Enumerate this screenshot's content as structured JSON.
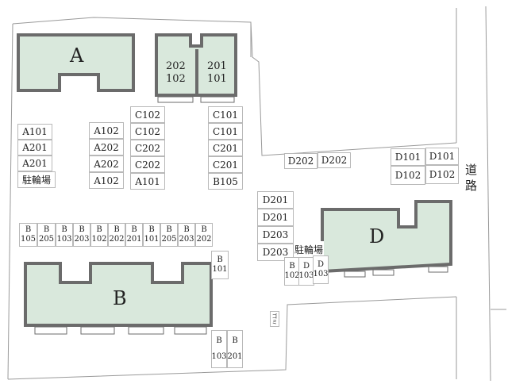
{
  "buildings": {
    "a": {
      "label": "A"
    },
    "b": {
      "label": "B"
    },
    "d": {
      "label": "D"
    },
    "c_units": {
      "left": [
        "202",
        "102"
      ],
      "right": [
        "201",
        "101"
      ]
    }
  },
  "road": {
    "label": [
      "道",
      "路"
    ]
  },
  "bicycle_parking_label": "駐輪場",
  "parking": {
    "a_col1": [
      "A101",
      "A201",
      "A201"
    ],
    "a_col2": [
      "A102",
      "A202",
      "A202",
      "A102"
    ],
    "c_col1": [
      "C102",
      "C102",
      "C202",
      "C202",
      "A101"
    ],
    "c_col2": [
      "C101",
      "C101",
      "C201",
      "C201",
      "B105"
    ],
    "b_row": [
      [
        "B",
        "105"
      ],
      [
        "B",
        "205"
      ],
      [
        "B",
        "103"
      ],
      [
        "B",
        "203"
      ],
      [
        "B",
        "102"
      ],
      [
        "B",
        "202"
      ],
      [
        "B",
        "201"
      ],
      [
        "B",
        "101"
      ],
      [
        "B",
        "205"
      ],
      [
        "B",
        "203"
      ],
      [
        "B",
        "202"
      ]
    ],
    "b_single": [
      "B",
      "101"
    ],
    "b_bottom": [
      [
        "B",
        "103"
      ],
      [
        "B",
        "201"
      ]
    ],
    "d_top_left": [
      "D202",
      "D202"
    ],
    "d_top_right_col1": [
      "D101",
      "D102"
    ],
    "d_top_right_col2": [
      "D101",
      "D102"
    ],
    "d_col": [
      "D201",
      "D201",
      "D203",
      "D203"
    ],
    "d_small": [
      [
        "B",
        "102"
      ],
      [
        "D",
        "103"
      ],
      [
        "D",
        "103"
      ]
    ]
  },
  "misc_sign": "ゴミ"
}
